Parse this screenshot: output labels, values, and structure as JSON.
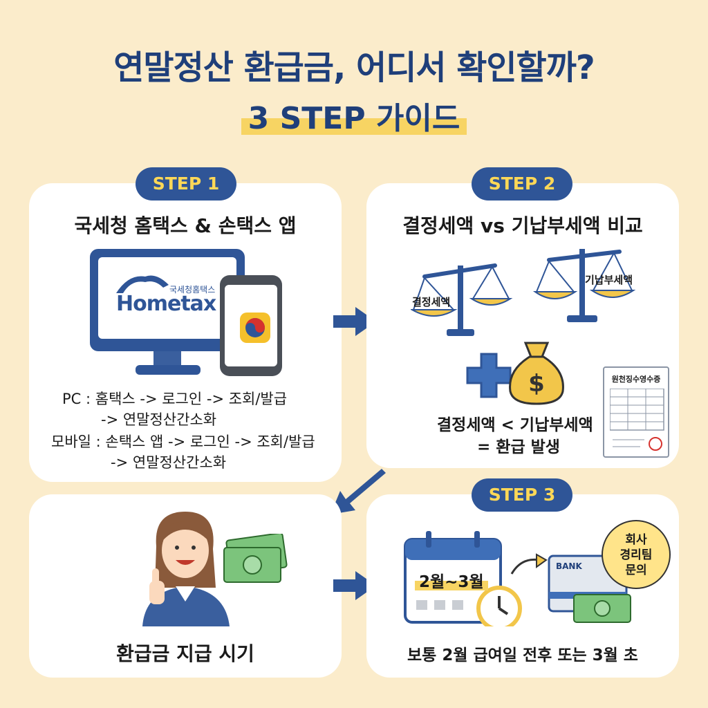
{
  "header": {
    "title": "연말정산 환급금, 어디서 확인할까?",
    "subtitle": "3 STEP 가이드"
  },
  "step1": {
    "badge": "STEP 1",
    "title": "국세청 홈택스 & 손택스 앱",
    "logo_sub": "국세청홈택스",
    "logo_word": "Hometax",
    "pc_line1": "PC : 홈택스 -> 로그인 -> 조회/발급",
    "pc_line2": "-> 연말정산간소화",
    "mobile_line1": "모바일 : 손택스 앱 -> 로그인 -> 조회/발급",
    "mobile_line2": "-> 연말정산간소화"
  },
  "step2": {
    "badge": "STEP 2",
    "title": "결정세액 vs 기납부세액 비교",
    "label_left": "결정세액",
    "label_right": "기납부세액",
    "receipt_title": "원천징수영수증",
    "formula_line1": "결정세액 < 기납부세액",
    "formula_line2": "= 환급 발생"
  },
  "step_refund": {
    "caption": "환급금 지급 시기"
  },
  "step3": {
    "badge": "STEP 3",
    "date_range": "2월~3월",
    "bank_label": "BANK",
    "bubble_line1": "회사",
    "bubble_line2": "경리팀",
    "bubble_line3": "문의",
    "caption": "보통 2월 급여일 전후 또는 3월 초"
  },
  "colors": {
    "background": "#fbeccb",
    "primary": "#2f5597",
    "accent": "#f7d463",
    "money": "#7cc47c"
  }
}
